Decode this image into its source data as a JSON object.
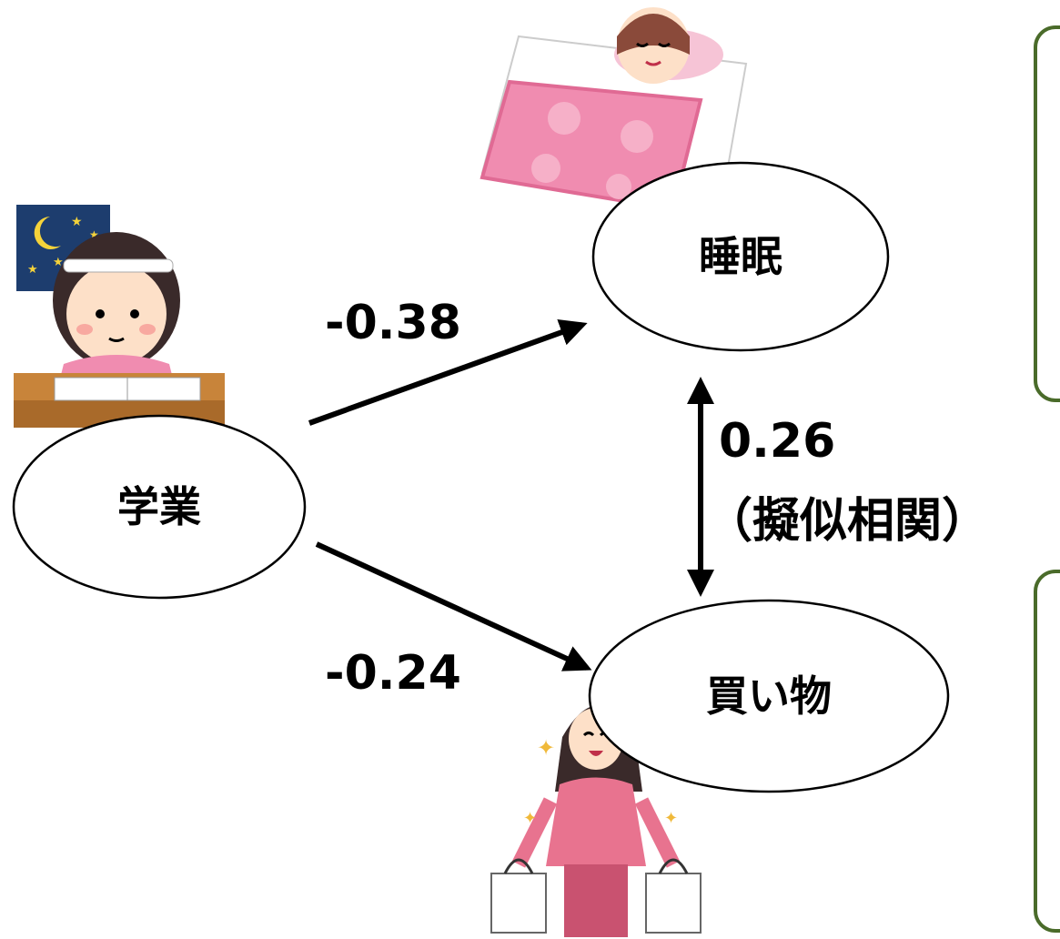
{
  "nodes": {
    "study": {
      "label": "学業"
    },
    "sleep": {
      "label": "睡眠"
    },
    "shopping": {
      "label": "買い物"
    }
  },
  "edges": {
    "study_sleep": {
      "label": "-0.38"
    },
    "study_shopping": {
      "label": "-0.24"
    },
    "sleep_shopping": {
      "label": "0.26",
      "note": "（擬似相関）"
    }
  },
  "icons": {
    "student": "studying-student-icon",
    "sleeper": "sleeping-person-icon",
    "shopper": "shopping-woman-icon"
  },
  "colors": {
    "panel_border": "#4a6b2a",
    "bed": "#f08cb0",
    "shirt": "#e8738f",
    "night": "#1d3d6e",
    "desk": "#c8843a"
  }
}
